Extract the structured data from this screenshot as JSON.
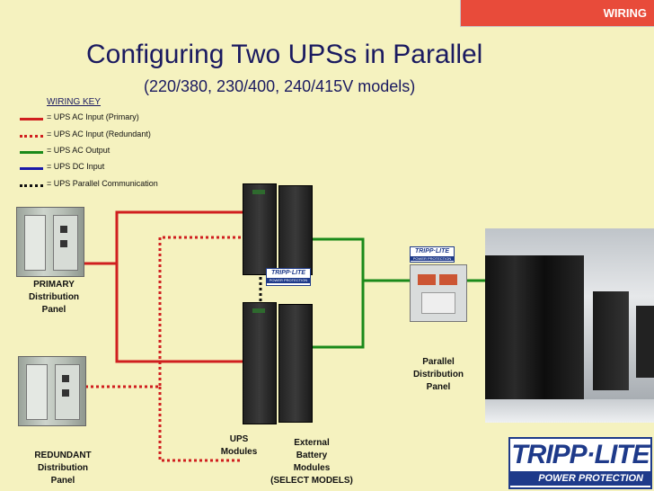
{
  "header": {
    "tag": "WIRING",
    "title": "Configuring Two UPSs in Parallel",
    "subtitle": "(220/380, 230/400, 240/415V models)"
  },
  "wiring_key": {
    "title": "WIRING KEY",
    "items": [
      {
        "label": "= UPS AC Input (Primary)",
        "color": "#d01f1f",
        "style": "solid"
      },
      {
        "label": "= UPS AC Input (Redundant)",
        "color": "#d01f1f",
        "style": "dotted"
      },
      {
        "label": "= UPS AC Output",
        "color": "#1a8a1a",
        "style": "solid"
      },
      {
        "label": "= UPS DC Input",
        "color": "#1a1aa8",
        "style": "solid"
      },
      {
        "label": "=  UPS Parallel Communication",
        "color": "#111111",
        "style": "dotted"
      }
    ]
  },
  "labels": {
    "primary_panel": [
      "PRIMARY",
      "Distribution",
      "Panel"
    ],
    "redundant_panel": [
      "REDUNDANT",
      "Distribution",
      "Panel"
    ],
    "parallel_panel": [
      "Parallel",
      "Distribution",
      "Panel"
    ],
    "ups_modules": [
      "UPS",
      "Modules"
    ],
    "battery_modules": [
      "External",
      "Battery",
      "Modules",
      "(SELECT MODELS)"
    ]
  },
  "logos": {
    "small": "TRIPP·LITE",
    "small_sub": "POWER PROTECTION",
    "big": "TRIPP·LITE",
    "big_sub": "POWER PROTECTION"
  },
  "colors": {
    "red": "#d01f1f",
    "green": "#1a8a1a",
    "blue": "#1a1aa8",
    "brand_blue": "#1e3a8a",
    "background": "#f5f2bf"
  }
}
